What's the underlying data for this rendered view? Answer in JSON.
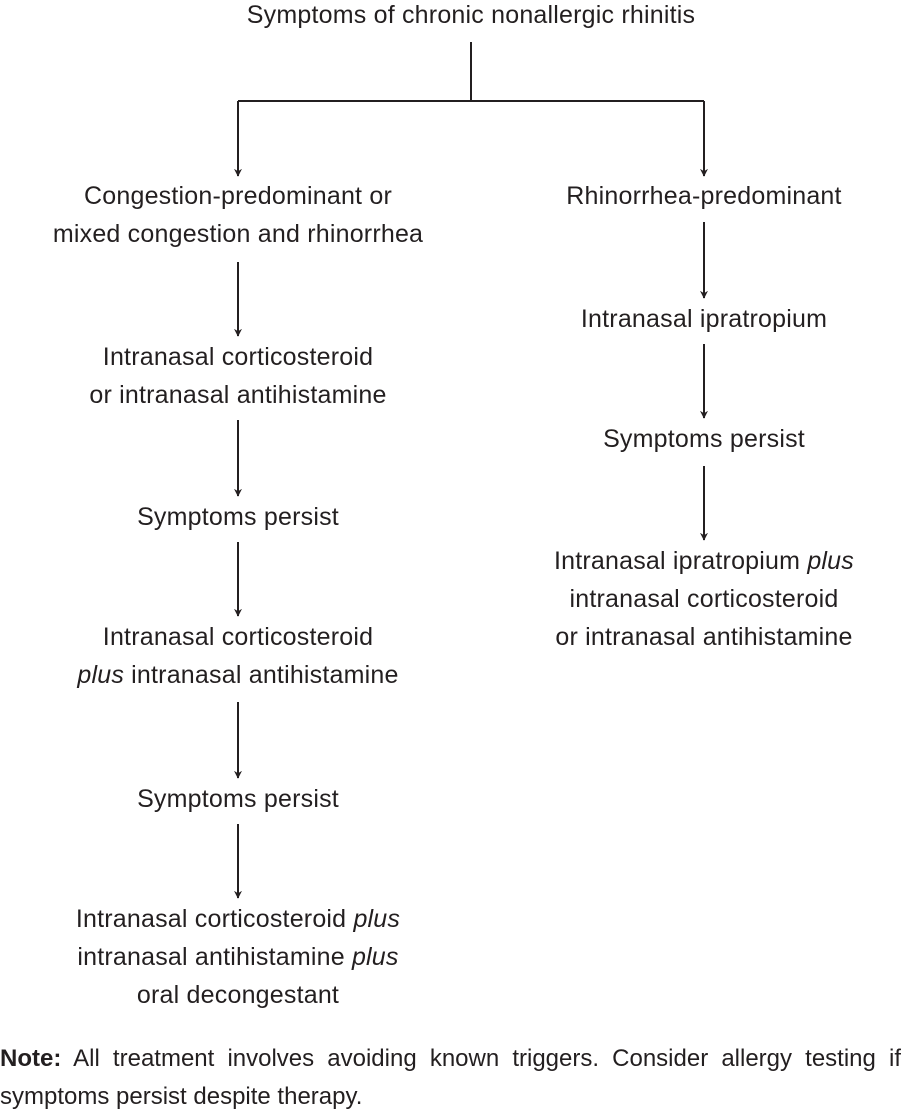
{
  "root": {
    "text": "Symptoms of chronic nonallergic rhinitis"
  },
  "left_branch": {
    "category": [
      "Congestion-predominant or",
      "mixed congestion and rhinorrhea"
    ],
    "step1": [
      "Intranasal corticosteroid",
      "or intranasal antihistamine"
    ],
    "persist1": "Symptoms persist",
    "step2": {
      "line1": "Intranasal corticosteroid",
      "line2_italic": "plus",
      "line2_rest": " intranasal antihistamine"
    },
    "persist2": "Symptoms persist",
    "step3": {
      "line1_text": "Intranasal corticosteroid ",
      "line1_italic": "plus",
      "line2_text": "intranasal antihistamine ",
      "line2_italic": "plus",
      "line3": "oral decongestant"
    }
  },
  "right_branch": {
    "category": "Rhinorrhea-predominant",
    "step1": "Intranasal ipratropium",
    "persist1": "Symptoms persist",
    "step2": {
      "line1_text": "Intranasal ipratropium ",
      "line1_italic": "plus",
      "line2": "intranasal corticosteroid",
      "line3": "or intranasal antihistamine"
    }
  },
  "note": {
    "label": "Note:",
    "text": " All treatment involves avoiding known triggers. Consider allergy testing if symptoms persist despite therapy."
  }
}
